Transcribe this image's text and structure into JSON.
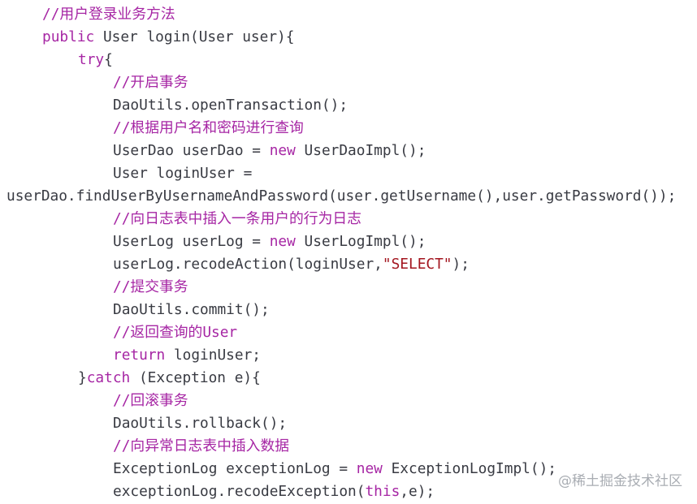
{
  "code": {
    "lines": [
      {
        "indent": 1,
        "tokens": [
          {
            "t": "comment",
            "v": "//用户登录业务方法"
          }
        ]
      },
      {
        "indent": 1,
        "tokens": [
          {
            "t": "keyword",
            "v": "public"
          },
          {
            "t": "plain",
            "v": " User login(User user){"
          }
        ]
      },
      {
        "indent": 2,
        "tokens": [
          {
            "t": "keyword",
            "v": "try"
          },
          {
            "t": "plain",
            "v": "{"
          }
        ]
      },
      {
        "indent": 3,
        "tokens": [
          {
            "t": "comment",
            "v": "//开启事务"
          }
        ]
      },
      {
        "indent": 3,
        "tokens": [
          {
            "t": "plain",
            "v": "DaoUtils.openTransaction();"
          }
        ]
      },
      {
        "indent": 3,
        "tokens": [
          {
            "t": "comment",
            "v": "//根据用户名和密码进行查询"
          }
        ]
      },
      {
        "indent": 3,
        "tokens": [
          {
            "t": "plain",
            "v": "UserDao userDao = "
          },
          {
            "t": "keyword",
            "v": "new"
          },
          {
            "t": "plain",
            "v": " UserDaoImpl();"
          }
        ]
      },
      {
        "indent": 3,
        "tokens": [
          {
            "t": "plain",
            "v": "User loginUser ="
          }
        ]
      },
      {
        "indent": 0,
        "tokens": [
          {
            "t": "plain",
            "v": "userDao.findUserByUsernameAndPassword(user.getUsername(),user.getPassword());"
          }
        ]
      },
      {
        "indent": 3,
        "tokens": [
          {
            "t": "comment",
            "v": "//向日志表中插入一条用户的行为日志"
          }
        ]
      },
      {
        "indent": 3,
        "tokens": [
          {
            "t": "plain",
            "v": "UserLog userLog = "
          },
          {
            "t": "keyword",
            "v": "new"
          },
          {
            "t": "plain",
            "v": " UserLogImpl();"
          }
        ]
      },
      {
        "indent": 3,
        "tokens": [
          {
            "t": "plain",
            "v": "userLog.recodeAction(loginUser,"
          },
          {
            "t": "string",
            "v": "\"SELECT\""
          },
          {
            "t": "plain",
            "v": ");"
          }
        ]
      },
      {
        "indent": 3,
        "tokens": [
          {
            "t": "comment",
            "v": "//提交事务"
          }
        ]
      },
      {
        "indent": 3,
        "tokens": [
          {
            "t": "plain",
            "v": "DaoUtils.commit();"
          }
        ]
      },
      {
        "indent": 3,
        "tokens": [
          {
            "t": "comment",
            "v": "//返回查询的User"
          }
        ]
      },
      {
        "indent": 3,
        "tokens": [
          {
            "t": "keyword",
            "v": "return"
          },
          {
            "t": "plain",
            "v": " loginUser;"
          }
        ]
      },
      {
        "indent": 2,
        "tokens": [
          {
            "t": "plain",
            "v": "}"
          },
          {
            "t": "keyword",
            "v": "catch"
          },
          {
            "t": "plain",
            "v": " (Exception e){"
          }
        ]
      },
      {
        "indent": 3,
        "tokens": [
          {
            "t": "comment",
            "v": "//回滚事务"
          }
        ]
      },
      {
        "indent": 3,
        "tokens": [
          {
            "t": "plain",
            "v": "DaoUtils.rollback();"
          }
        ]
      },
      {
        "indent": 3,
        "tokens": [
          {
            "t": "comment",
            "v": "//向异常日志表中插入数据"
          }
        ]
      },
      {
        "indent": 3,
        "tokens": [
          {
            "t": "plain",
            "v": "ExceptionLog exceptionLog = "
          },
          {
            "t": "keyword",
            "v": "new"
          },
          {
            "t": "plain",
            "v": " ExceptionLogImpl();"
          }
        ]
      },
      {
        "indent": 3,
        "tokens": [
          {
            "t": "plain",
            "v": "exceptionLog.recodeException("
          },
          {
            "t": "keyword",
            "v": "this"
          },
          {
            "t": "plain",
            "v": ",e);"
          }
        ]
      }
    ]
  },
  "watermark": {
    "text": "@稀土掘金技术社区"
  }
}
